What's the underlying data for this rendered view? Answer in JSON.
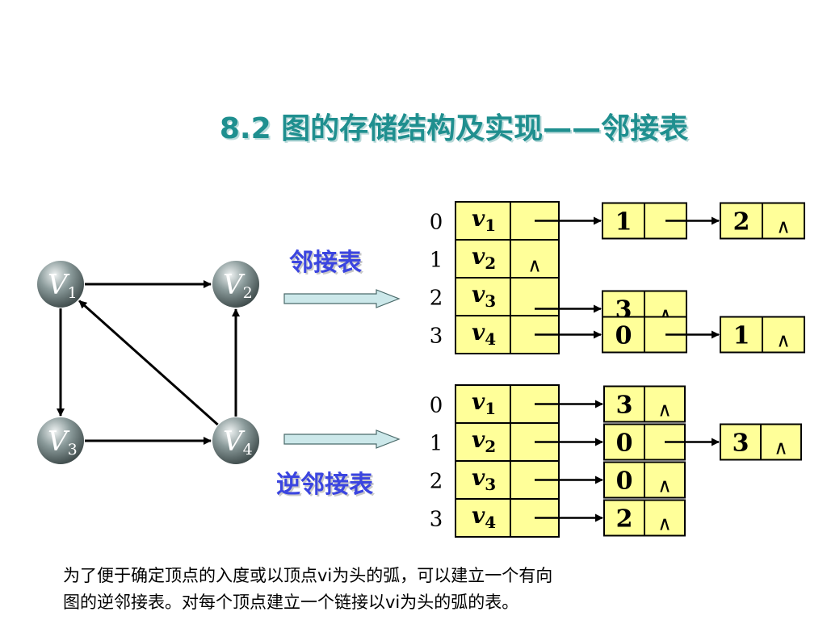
{
  "title": "8.2 图的存储结构及实现——邻接表",
  "labels": {
    "adjacency": "邻接表",
    "inverse_adjacency": "逆邻接表"
  },
  "null_symbol": "∧",
  "graph": {
    "nodes": [
      {
        "letter": "V",
        "sub": "1"
      },
      {
        "letter": "V",
        "sub": "2"
      },
      {
        "letter": "V",
        "sub": "3"
      },
      {
        "letter": "V",
        "sub": "4"
      }
    ],
    "edges": [
      [
        "V1",
        "V2"
      ],
      [
        "V1",
        "V3"
      ],
      [
        "V3",
        "V4"
      ],
      [
        "V4",
        "V2"
      ],
      [
        "V4",
        "V1"
      ]
    ]
  },
  "adjacency_list": {
    "indices": [
      "0",
      "1",
      "2",
      "3"
    ],
    "vertices": [
      {
        "letter": "v",
        "sub": "1"
      },
      {
        "letter": "v",
        "sub": "2"
      },
      {
        "letter": "v",
        "sub": "3"
      },
      {
        "letter": "v",
        "sub": "4"
      }
    ],
    "chains": [
      [
        "1",
        "2"
      ],
      [],
      [
        "3"
      ],
      [
        "0",
        "1"
      ]
    ]
  },
  "inverse_adjacency_list": {
    "indices": [
      "0",
      "1",
      "2",
      "3"
    ],
    "vertices": [
      {
        "letter": "v",
        "sub": "1"
      },
      {
        "letter": "v",
        "sub": "2"
      },
      {
        "letter": "v",
        "sub": "3"
      },
      {
        "letter": "v",
        "sub": "4"
      }
    ],
    "chains": [
      [
        "3"
      ],
      [
        "0",
        "3"
      ],
      [
        "0"
      ],
      [
        "2"
      ]
    ]
  },
  "caption": {
    "line1": "为了便于确定顶点的入度或以顶点vi为头的弧，可以建立一个有向",
    "line2": "图的逆邻接表。对每个顶点建立一个链接以vi为头的弧的表。"
  },
  "colors": {
    "title": "#1f8f8f",
    "label": "#3b45e0",
    "cell_fill": "#ffff99",
    "arrow_fill": "#cce8ea"
  }
}
